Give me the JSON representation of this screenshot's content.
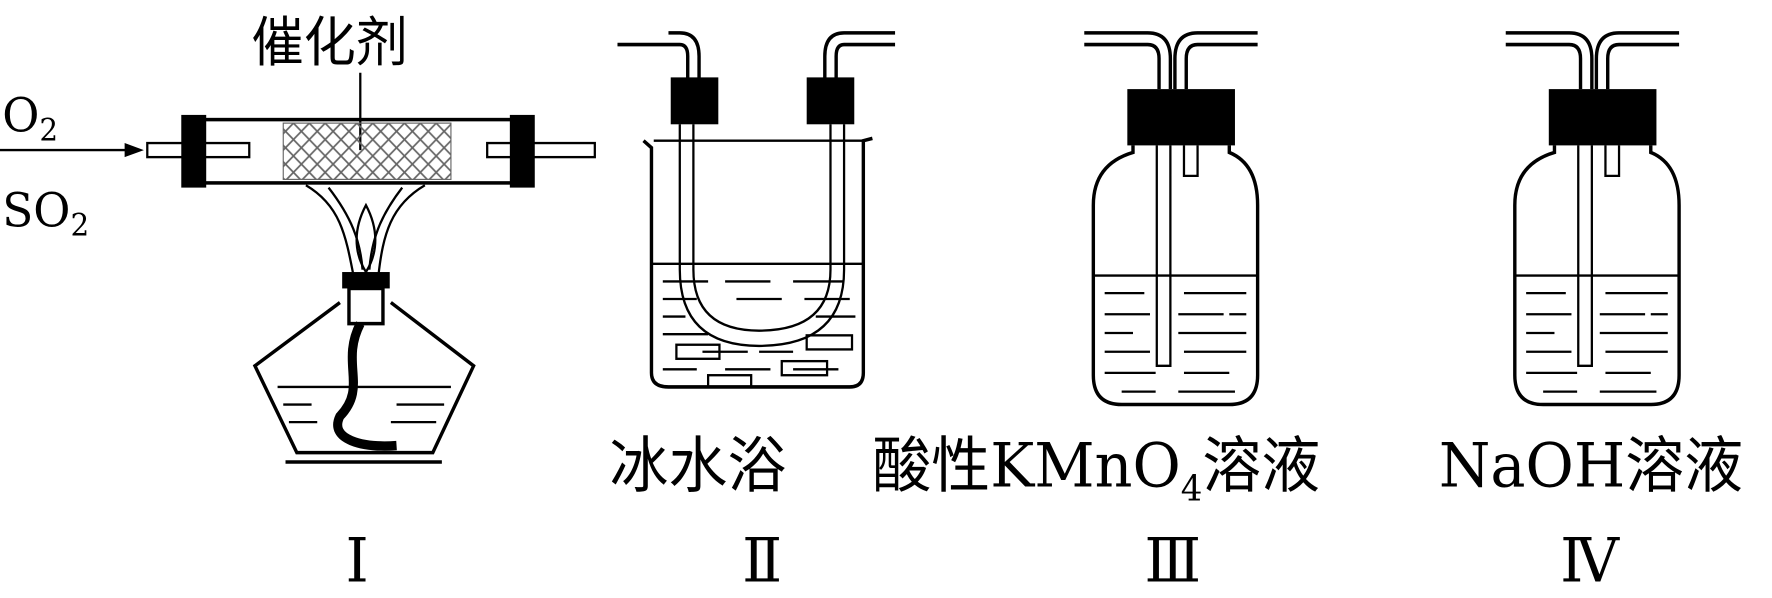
{
  "labels": {
    "catalyst": "催化剂",
    "gas_o2": "O",
    "gas_o2_sub": "2",
    "gas_so2": "SO",
    "gas_so2_sub": "2",
    "ice_bath": "冰水浴",
    "kmno4_prefix": "酸性KMnO",
    "kmno4_sub": "4",
    "kmno4_suffix": "溶液",
    "naoh": "NaOH溶液",
    "numeral_1": "Ⅰ",
    "numeral_2": "Ⅱ",
    "numeral_3": "Ⅲ",
    "numeral_4": "Ⅳ"
  }
}
